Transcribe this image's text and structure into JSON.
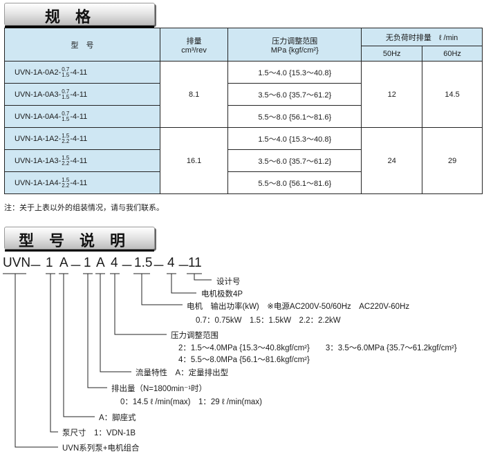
{
  "spec_header": {
    "title": "规　格"
  },
  "table": {
    "col_model": "型　号",
    "col_disp": "排量",
    "col_disp_unit": "cm³/rev",
    "col_press": "压力调整范围",
    "col_press_unit": "MPa {kgf/cm²}",
    "col_flow": "无负荷时排量　ℓ /min",
    "col_50": "50Hz",
    "col_60": "60Hz",
    "rows": [
      {
        "pre": "UVN-1A-0A2-",
        "sup": "0.7",
        "sub": "1.5",
        "post": "-4-11",
        "press": "1.5～4.0 {15.3～40.8}"
      },
      {
        "pre": "UVN-1A-0A3-",
        "sup": "0.7",
        "sub": "1.5",
        "post": "-4-11",
        "press": "3.5～6.0 {35.7～61.2}"
      },
      {
        "pre": "UVN-1A-0A4-",
        "sup": "0.7",
        "sub": "1.5",
        "post": "-4-11",
        "press": "5.5～8.0 {56.1～81.6}"
      },
      {
        "pre": "UVN-1A-1A2-",
        "sup": "1.5",
        "sub": "2.2",
        "post": "-4-11",
        "press": "1.5～4.0 {15.3～40.8}"
      },
      {
        "pre": "UVN-1A-1A3-",
        "sup": "1.5",
        "sub": "2.2",
        "post": "-4-11",
        "press": "3.5～6.0 {35.7～61.2}"
      },
      {
        "pre": "UVN-1A-1A4-",
        "sup": "1.5",
        "sub": "2.2",
        "post": "-4-11",
        "press": "5.5～8.0 {56.1～81.6}"
      }
    ],
    "disp_1": "8.1",
    "disp_2": "16.1",
    "f50_1": "12",
    "f60_1": "14.5",
    "f50_2": "24",
    "f60_2": "29"
  },
  "note": "注：关于上表以外的组装情况，请与我们联系。",
  "model_header": {
    "title": "型　号　说　明"
  },
  "code": [
    "UVN",
    "－",
    "1",
    "A",
    "－",
    "1",
    "A",
    "4",
    "－",
    "1.5",
    "－",
    "4",
    "－",
    "11"
  ],
  "legend": {
    "design": "设计号",
    "poles": "电机极数4P",
    "motor": "电机　输出功率(kW)　※电源AC200V-50/60Hz　AC220V-60Hz",
    "motor_opts": "0.7：0.75kW　1.5：1.5kW　2.2：2.2kW",
    "pressure": "压力调整范围",
    "pressure_a": "2：1.5～4.0MPa {15.3～40.8kgf/cm²}　　3：3.5～6.0MPa {35.7～61.2kgf/cm²}",
    "pressure_b": "4：5.5～8.0MPa {56.1～81.6kgf/cm²}",
    "flow": "流量特性　A：定量排出型",
    "displacement": "排出量（N=1800min⁻¹时）",
    "displacement_opts": "0：14.5 ℓ /min(max)　1：29 ℓ /min(max)",
    "mount": "A：脚座式",
    "pump_size": "泵尺寸　1：VDN-1B",
    "series": "UVN系列泵+电机组合"
  }
}
